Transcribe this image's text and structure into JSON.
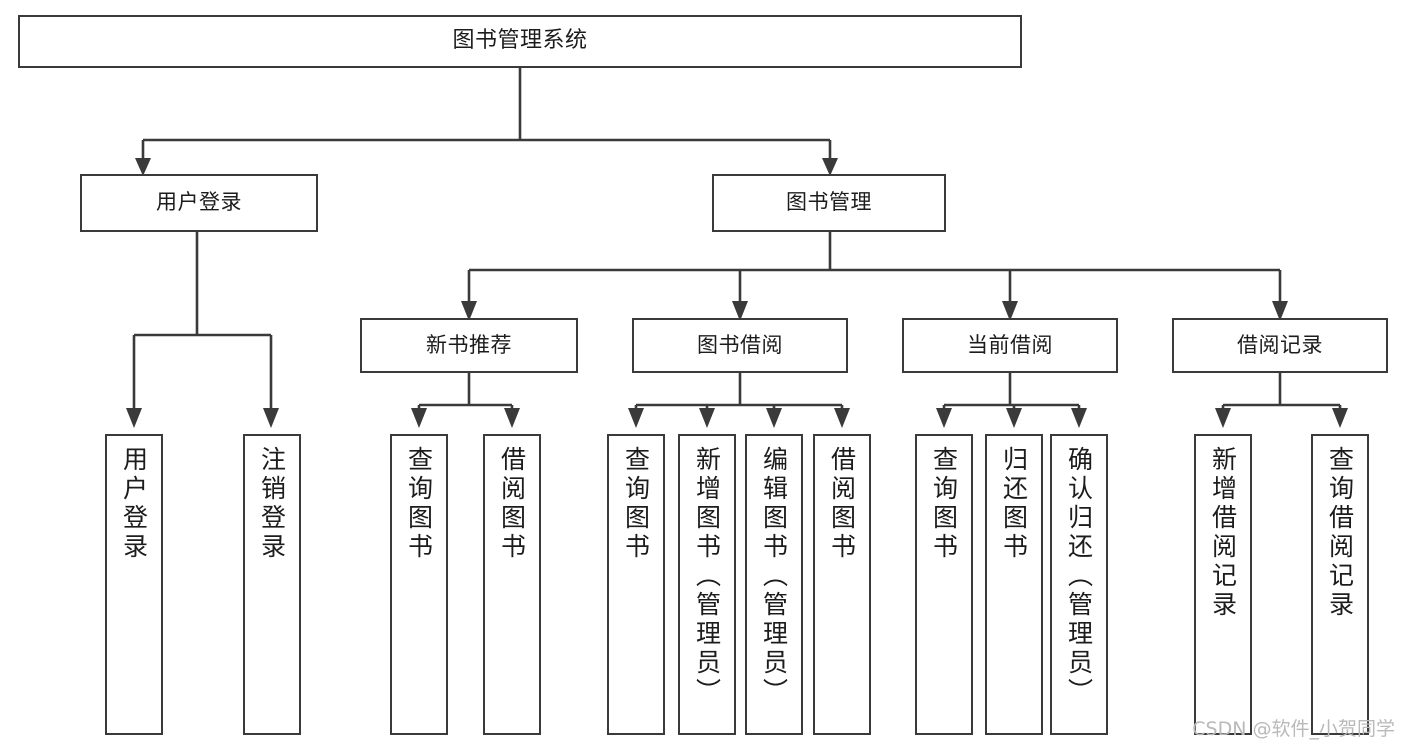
{
  "diagram": {
    "title": "图书管理系统",
    "type": "tree-hierarchy",
    "watermark": "CSDN @软件_小贺同学",
    "accent_color": "#3a3a3a",
    "background_color": "#ffffff",
    "levels": [
      {
        "level": 1,
        "nodes": [
          {
            "id": "root",
            "label": "图书管理系统",
            "orientation": "horizontal"
          }
        ]
      },
      {
        "level": 2,
        "nodes": [
          {
            "id": "user_login",
            "label": "用户登录",
            "orientation": "horizontal",
            "parent": "root"
          },
          {
            "id": "book_mgmt",
            "label": "图书管理",
            "orientation": "horizontal",
            "parent": "root"
          }
        ]
      },
      {
        "level": 3,
        "nodes": [
          {
            "id": "new_book_rec",
            "label": "新书推荐",
            "orientation": "horizontal",
            "parent": "book_mgmt"
          },
          {
            "id": "book_borrow",
            "label": "图书借阅",
            "orientation": "horizontal",
            "parent": "book_mgmt"
          },
          {
            "id": "current_borrow",
            "label": "当前借阅",
            "orientation": "horizontal",
            "parent": "book_mgmt"
          },
          {
            "id": "borrow_record",
            "label": "借阅记录",
            "orientation": "horizontal",
            "parent": "book_mgmt"
          }
        ]
      },
      {
        "level": 4,
        "nodes": [
          {
            "id": "leaf_1",
            "label": "用户登录",
            "orientation": "vertical",
            "parent": "user_login"
          },
          {
            "id": "leaf_2",
            "label": "注销登录",
            "orientation": "vertical",
            "parent": "user_login"
          },
          {
            "id": "leaf_3",
            "label": "查询图书",
            "orientation": "vertical",
            "parent": "new_book_rec"
          },
          {
            "id": "leaf_4",
            "label": "借阅图书",
            "orientation": "vertical",
            "parent": "new_book_rec"
          },
          {
            "id": "leaf_5",
            "label": "查询图书",
            "orientation": "vertical",
            "parent": "book_borrow"
          },
          {
            "id": "leaf_6",
            "label": "新增图书（管理员）",
            "orientation": "vertical",
            "parent": "book_borrow"
          },
          {
            "id": "leaf_7",
            "label": "编辑图书（管理员）",
            "orientation": "vertical",
            "parent": "book_borrow"
          },
          {
            "id": "leaf_8",
            "label": "借阅图书",
            "orientation": "vertical",
            "parent": "book_borrow"
          },
          {
            "id": "leaf_9",
            "label": "查询图书",
            "orientation": "vertical",
            "parent": "current_borrow"
          },
          {
            "id": "leaf_10",
            "label": "归还图书",
            "orientation": "vertical",
            "parent": "current_borrow"
          },
          {
            "id": "leaf_11",
            "label": "确认归还（管理员）",
            "orientation": "vertical",
            "parent": "current_borrow"
          },
          {
            "id": "leaf_12",
            "label": "新增借阅记录",
            "orientation": "vertical",
            "parent": "borrow_record"
          },
          {
            "id": "leaf_13",
            "label": "查询借阅记录",
            "orientation": "vertical",
            "parent": "borrow_record"
          }
        ]
      }
    ]
  }
}
